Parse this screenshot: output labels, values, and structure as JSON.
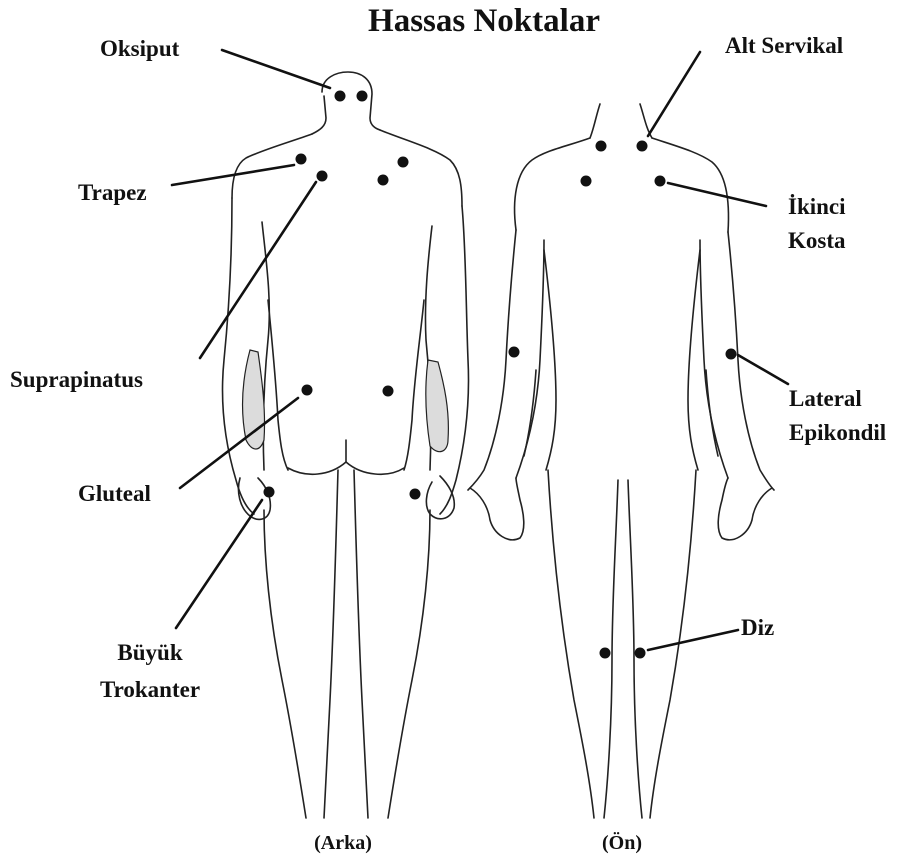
{
  "title": "Hassas Noktalar",
  "views": {
    "back": "(Arka)",
    "front": "(Ön)"
  },
  "labels": {
    "oksiput": "Oksiput",
    "trapez": "Trapez",
    "suprapinatus": "Suprapinatus",
    "gluteal": "Gluteal",
    "buyuk_trokanter_1": "Büyük",
    "buyuk_trokanter_2": "Trokanter",
    "alt_servikal": "Alt Servikal",
    "ikinci_kosta_1": "İkinci",
    "ikinci_kosta_2": "Kosta",
    "lateral_epikondil_1": "Lateral",
    "lateral_epikondil_2": "Epikondil",
    "diz": "Diz"
  },
  "colors": {
    "ink": "#111111",
    "outline": "#222222",
    "shade": "#dcdcdc",
    "background": "#ffffff"
  }
}
